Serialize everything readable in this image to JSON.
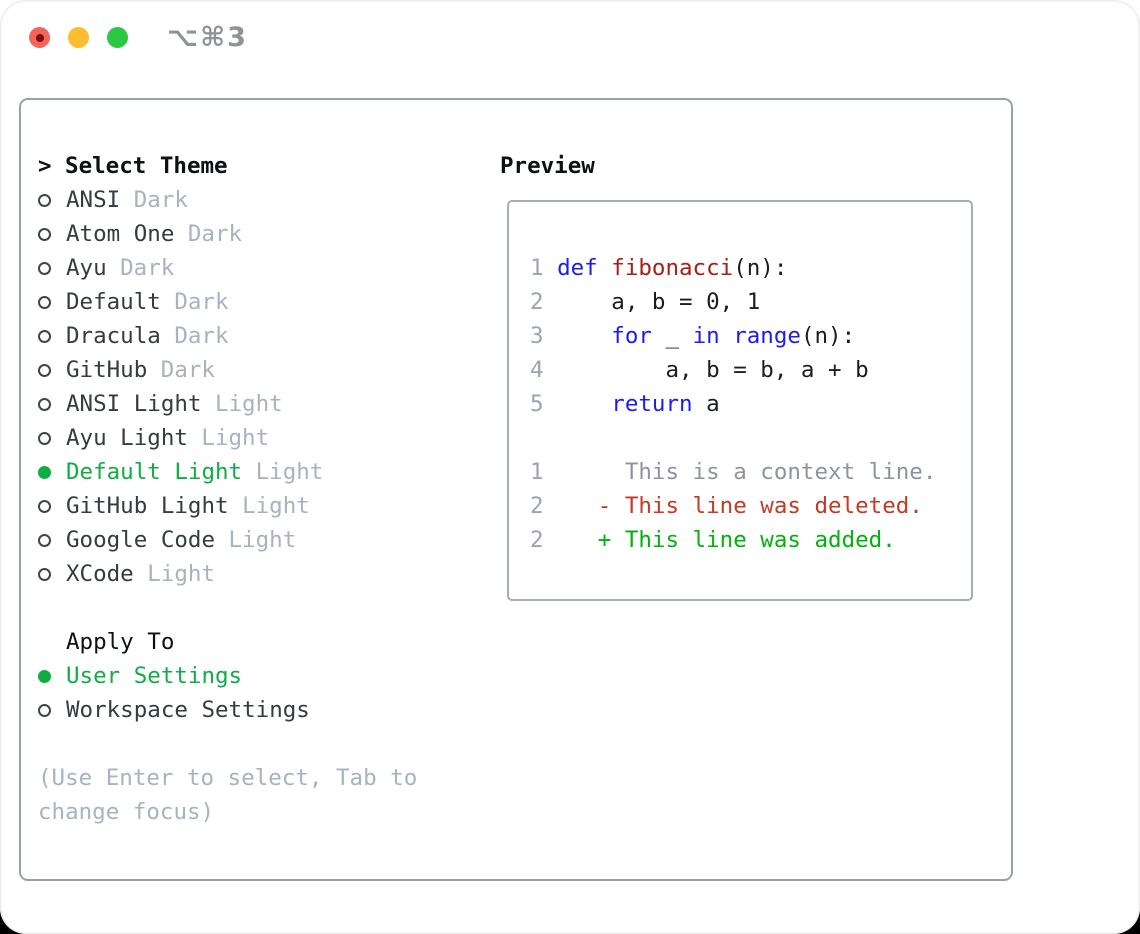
{
  "titlebar": {
    "shortcut": "⌥⌘3",
    "buttons": [
      {
        "name": "close",
        "icon": "close-traffic-light"
      },
      {
        "name": "minimize",
        "icon": "minimize-traffic-light"
      },
      {
        "name": "zoom",
        "icon": "zoom-traffic-light"
      }
    ]
  },
  "theme_selector": {
    "prefix": ">",
    "title": "Select Theme",
    "items": [
      {
        "name": "ANSI",
        "variant": "Dark",
        "selected": false
      },
      {
        "name": "Atom One",
        "variant": "Dark",
        "selected": false
      },
      {
        "name": "Ayu",
        "variant": "Dark",
        "selected": false
      },
      {
        "name": "Default",
        "variant": "Dark",
        "selected": false
      },
      {
        "name": "Dracula",
        "variant": "Dark",
        "selected": false
      },
      {
        "name": "GitHub",
        "variant": "Dark",
        "selected": false
      },
      {
        "name": "ANSI Light",
        "variant": "Light",
        "selected": false
      },
      {
        "name": "Ayu Light",
        "variant": "Light",
        "selected": false
      },
      {
        "name": "Default Light",
        "variant": "Light",
        "selected": true
      },
      {
        "name": "GitHub Light",
        "variant": "Light",
        "selected": false
      },
      {
        "name": "Google Code",
        "variant": "Light",
        "selected": false
      },
      {
        "name": "XCode",
        "variant": "Light",
        "selected": false
      }
    ]
  },
  "apply_to": {
    "header": "Apply To",
    "options": [
      {
        "label": "User Settings",
        "selected": true
      },
      {
        "label": "Workspace Settings",
        "selected": false
      }
    ]
  },
  "hint_lines": [
    "(Use Enter to select, Tab to",
    "change focus)"
  ],
  "preview": {
    "header": "Preview",
    "lines": [
      {
        "num": "1",
        "segments": [
          [
            "kw",
            "def "
          ],
          [
            "fn",
            "fibonacci"
          ],
          [
            "plain",
            "(n):"
          ]
        ]
      },
      {
        "num": "2",
        "segments": [
          [
            "plain",
            "    a, b = 0, 1"
          ]
        ]
      },
      {
        "num": "3",
        "segments": [
          [
            "plain",
            "    "
          ],
          [
            "kw",
            "for"
          ],
          [
            "plain",
            " _ "
          ],
          [
            "kw",
            "in"
          ],
          [
            "plain",
            " "
          ],
          [
            "kw",
            "range"
          ],
          [
            "plain",
            "(n):"
          ]
        ]
      },
      {
        "num": "4",
        "segments": [
          [
            "plain",
            "        a, b = b, a + b"
          ]
        ]
      },
      {
        "num": "5",
        "segments": [
          [
            "plain",
            "    "
          ],
          [
            "kw",
            "return"
          ],
          [
            "plain",
            " a"
          ]
        ]
      },
      {
        "num": "",
        "segments": []
      },
      {
        "num": "1",
        "segments": [
          [
            "context",
            "     This is a context line."
          ]
        ]
      },
      {
        "num": "2",
        "segments": [
          [
            "del",
            "   - This line was deleted."
          ]
        ]
      },
      {
        "num": "2",
        "segments": [
          [
            "add",
            "   + This line was added."
          ]
        ]
      }
    ]
  },
  "palette": {
    "heading_black": "#0e1114",
    "text_dark": "#363b42",
    "muted_gray": "#a9b2bf",
    "accent_green": "#0fae44",
    "keyword_blue": "#1d1de8",
    "function_red": "#a62019",
    "plain_code": "#1a1d21",
    "line_number_gray": "#9aa4b2",
    "context_gray": "#8d949d",
    "deleted_red": "#c43a26",
    "added_green": "#00b20b",
    "panel_border": "#97a1ac",
    "box_border": "#a7afba",
    "traffic_red": "#f4645c",
    "traffic_red_dot": "#7c100b",
    "traffic_yellow": "#fcbd30",
    "traffic_green": "#2cc840",
    "shortcut_gray": "#8f9398"
  }
}
